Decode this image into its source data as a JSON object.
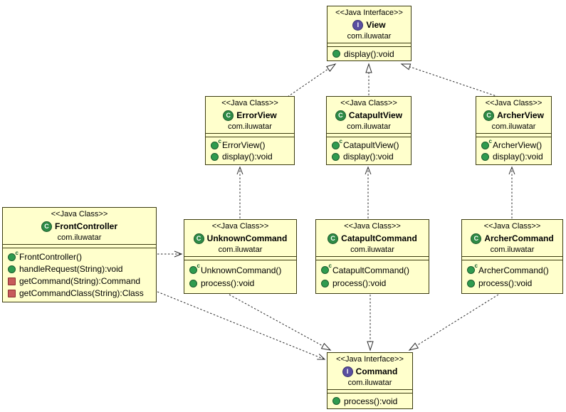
{
  "diagram_title": "Front Controller UML class diagram",
  "colors": {
    "box_fill": "#ffffcc",
    "box_border": "#3b3b10",
    "class_icon": "#2e8b46",
    "interface_icon": "#5a4fa0",
    "public_method": "#2f9b4f",
    "private_method": "#c75b5b",
    "line": "#2b2b2b"
  },
  "classes": {
    "view": {
      "stereotype": "<<Java Interface>>",
      "icon": "interface-icon",
      "icon_letter": "I",
      "name": "View",
      "package": "com.iluwatar",
      "methods": [
        {
          "icon": "public-method-icon",
          "label": "display():void"
        }
      ]
    },
    "errorView": {
      "stereotype": "<<Java Class>>",
      "icon": "class-icon",
      "icon_letter": "C",
      "name": "ErrorView",
      "package": "com.iluwatar",
      "methods": [
        {
          "icon": "constructor-icon",
          "label": "ErrorView()"
        },
        {
          "icon": "public-method-icon",
          "label": "display():void"
        }
      ]
    },
    "catapultView": {
      "stereotype": "<<Java Class>>",
      "icon": "class-icon",
      "icon_letter": "C",
      "name": "CatapultView",
      "package": "com.iluwatar",
      "methods": [
        {
          "icon": "constructor-icon",
          "label": "CatapultView()"
        },
        {
          "icon": "public-method-icon",
          "label": "display():void"
        }
      ]
    },
    "archerView": {
      "stereotype": "<<Java Class>>",
      "icon": "class-icon",
      "icon_letter": "C",
      "name": "ArcherView",
      "package": "com.iluwatar",
      "methods": [
        {
          "icon": "constructor-icon",
          "label": "ArcherView()"
        },
        {
          "icon": "public-method-icon",
          "label": "display():void"
        }
      ]
    },
    "frontController": {
      "stereotype": "<<Java Class>>",
      "icon": "class-icon",
      "icon_letter": "C",
      "name": "FrontController",
      "package": "com.iluwatar",
      "methods": [
        {
          "icon": "constructor-icon",
          "label": "FrontController()"
        },
        {
          "icon": "public-method-icon",
          "label": "handleRequest(String):void"
        },
        {
          "icon": "private-method-icon",
          "label": "getCommand(String):Command"
        },
        {
          "icon": "private-method-icon",
          "label": "getCommandClass(String):Class"
        }
      ]
    },
    "unknownCommand": {
      "stereotype": "<<Java Class>>",
      "icon": "class-icon",
      "icon_letter": "C",
      "name": "UnknownCommand",
      "package": "com.iluwatar",
      "methods": [
        {
          "icon": "constructor-icon",
          "label": "UnknownCommand()"
        },
        {
          "icon": "public-method-icon",
          "label": "process():void"
        }
      ]
    },
    "catapultCommand": {
      "stereotype": "<<Java Class>>",
      "icon": "class-icon",
      "icon_letter": "C",
      "name": "CatapultCommand",
      "package": "com.iluwatar",
      "methods": [
        {
          "icon": "constructor-icon",
          "label": "CatapultCommand()"
        },
        {
          "icon": "public-method-icon",
          "label": "process():void"
        }
      ]
    },
    "archerCommand": {
      "stereotype": "<<Java Class>>",
      "icon": "class-icon",
      "icon_letter": "C",
      "name": "ArcherCommand",
      "package": "com.iluwatar",
      "methods": [
        {
          "icon": "constructor-icon",
          "label": "ArcherCommand()"
        },
        {
          "icon": "public-method-icon",
          "label": "process():void"
        }
      ]
    },
    "command": {
      "stereotype": "<<Java Interface>>",
      "icon": "interface-icon",
      "icon_letter": "I",
      "name": "Command",
      "package": "com.iluwatar",
      "methods": [
        {
          "icon": "public-method-icon",
          "label": "process():void"
        }
      ]
    }
  },
  "edges": [
    {
      "from": "ErrorView",
      "to": "View",
      "type": "realization"
    },
    {
      "from": "CatapultView",
      "to": "View",
      "type": "realization"
    },
    {
      "from": "ArcherView",
      "to": "View",
      "type": "realization"
    },
    {
      "from": "UnknownCommand",
      "to": "Command",
      "type": "realization"
    },
    {
      "from": "CatapultCommand",
      "to": "Command",
      "type": "realization"
    },
    {
      "from": "ArcherCommand",
      "to": "Command",
      "type": "realization"
    },
    {
      "from": "UnknownCommand",
      "to": "ErrorView",
      "type": "dependency"
    },
    {
      "from": "CatapultCommand",
      "to": "CatapultView",
      "type": "dependency"
    },
    {
      "from": "ArcherCommand",
      "to": "ArcherView",
      "type": "dependency"
    },
    {
      "from": "FrontController",
      "to": "UnknownCommand",
      "type": "dependency"
    },
    {
      "from": "FrontController",
      "to": "Command",
      "type": "dependency"
    }
  ]
}
